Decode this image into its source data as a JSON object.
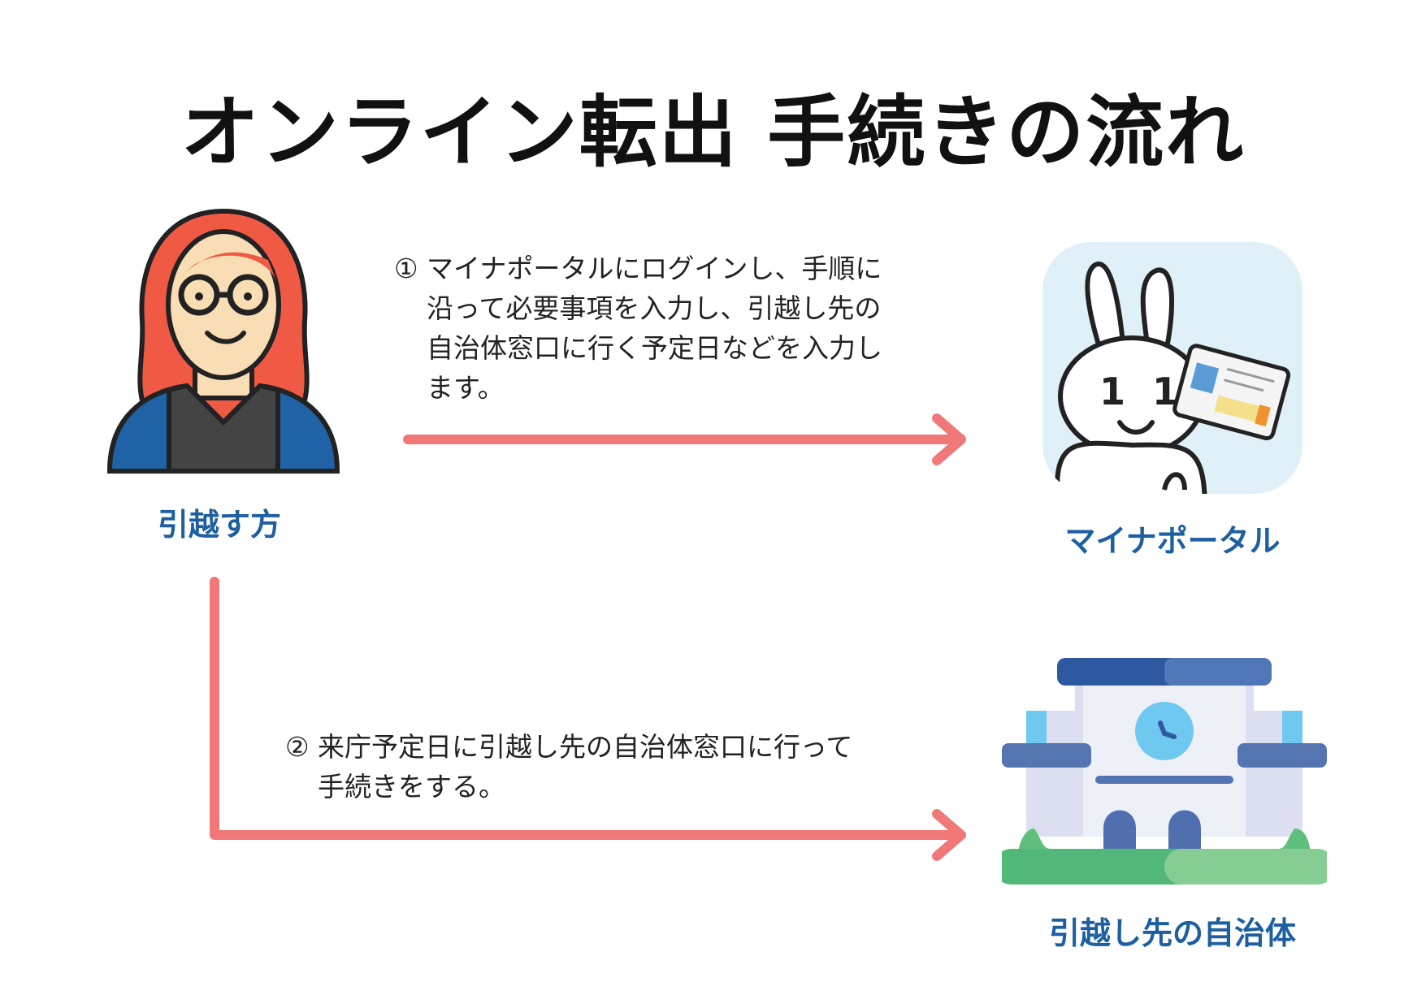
{
  "title": "オンライン転出 手続きの流れ",
  "actors": {
    "mover": {
      "label": "引越す方",
      "icon": "woman-with-glasses-avatar"
    },
    "portal": {
      "label": "マイナポータル",
      "icon": "mynaportal-rabbit-logo"
    },
    "municipality": {
      "label": "引越し先の自治体",
      "icon": "city-hall-building"
    }
  },
  "steps": [
    {
      "number": "①",
      "lines": [
        "マイナポータルにログインし、手順に",
        "沿って必要事項を入力し、引越し先の",
        "自治体窓口に行く予定日などを入力し",
        "ます。"
      ]
    },
    {
      "number": "②",
      "lines": [
        "来庁予定日に引越し先の自治体窓口に行って",
        "手続きをする。"
      ]
    }
  ],
  "colors": {
    "arrow": "#f07878",
    "label": "#1d5fa0",
    "title": "#111111"
  }
}
